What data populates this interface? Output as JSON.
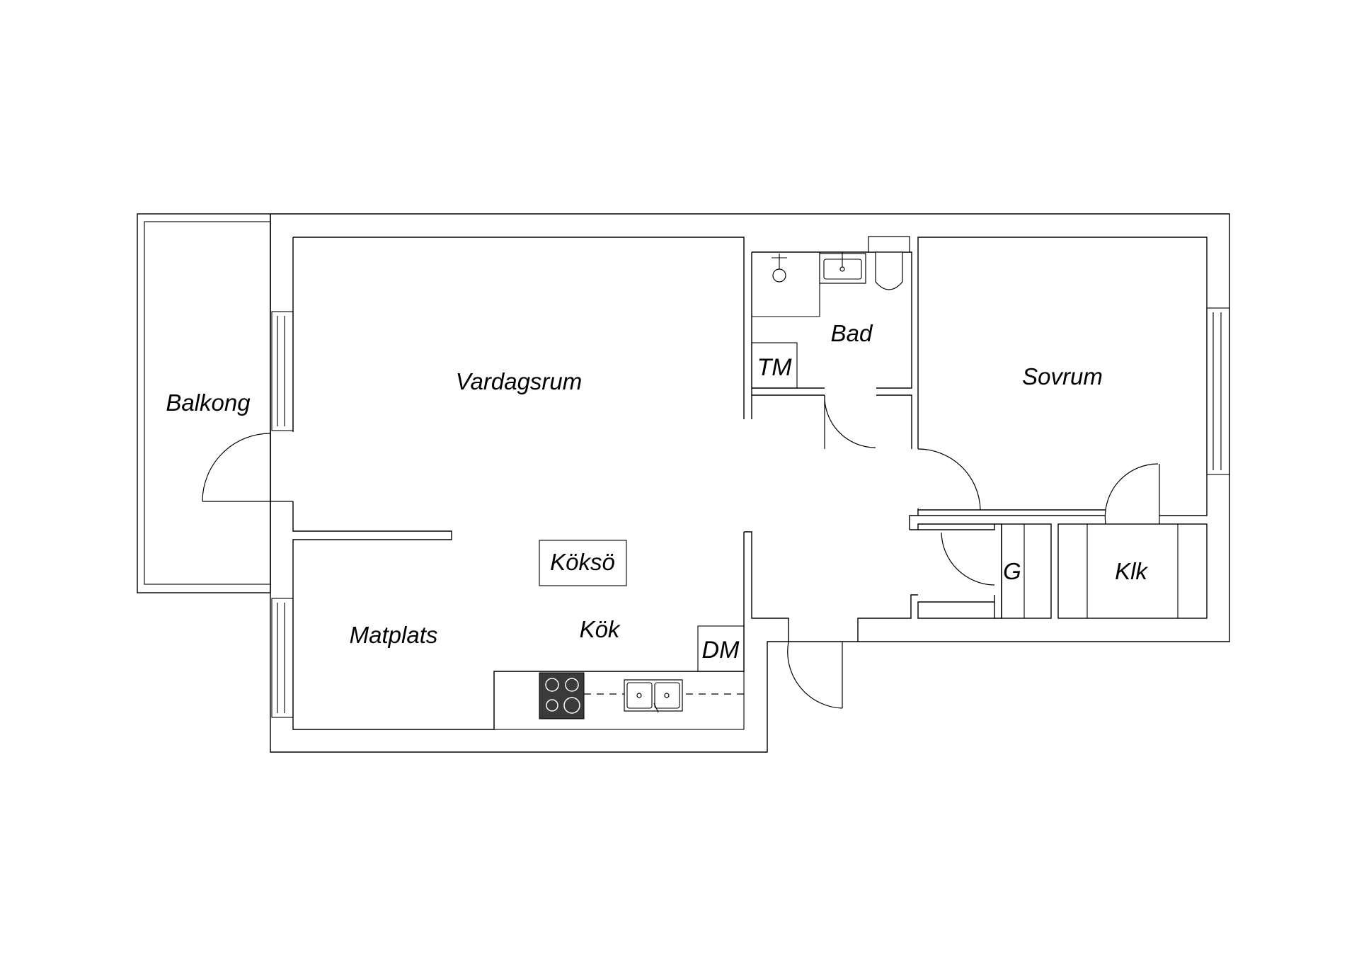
{
  "rooms": {
    "balkong": "Balkong",
    "vardagsrum": "Vardagsrum",
    "bad": "Bad",
    "tm": "TM",
    "sovrum": "Sovrum",
    "koksoe": "Köksö",
    "matplats": "Matplats",
    "kok": "Kök",
    "dm": "DM",
    "g": "G",
    "klk": "Klk"
  },
  "colors": {
    "line": "#000000",
    "background": "#ffffff",
    "stove": "#3a3a3a"
  }
}
